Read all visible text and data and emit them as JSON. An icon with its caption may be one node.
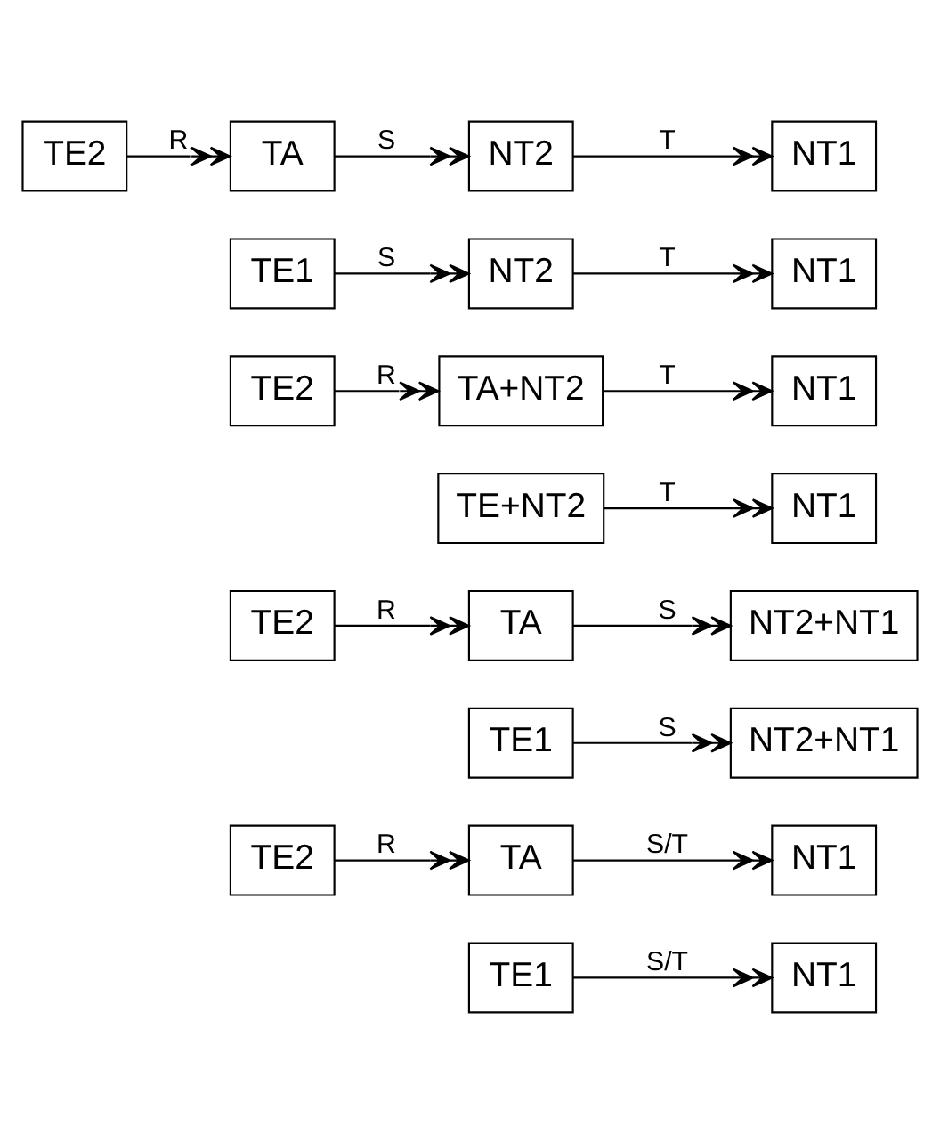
{
  "diagram": {
    "nodes": [
      {
        "text": [
          "TE1"
        ]
      },
      {
        "text": [
          "NT1"
        ]
      },
      {
        "text": [
          "TE2"
        ]
      },
      {
        "text": [
          "TA"
        ]
      },
      {
        "text": [
          "NT1"
        ]
      },
      {
        "text": [
          "TE1"
        ]
      },
      {
        "text": [
          "NT2+NT1"
        ]
      },
      {
        "text": [
          "TE2"
        ]
      },
      {
        "text": [
          "TA"
        ]
      },
      {
        "text": [
          "NT2+NT1"
        ]
      },
      {
        "text": [
          "TE+NT2"
        ]
      },
      {
        "text": [
          "NT1"
        ]
      },
      {
        "text": [
          "TE2"
        ]
      },
      {
        "text": [
          "TA+NT2"
        ]
      },
      {
        "text": [
          "NT1"
        ]
      },
      {
        "text": [
          "TE1"
        ]
      },
      {
        "text": [
          "NT2"
        ]
      },
      {
        "text": [
          "NT1"
        ]
      },
      {
        "text": [
          "TE2"
        ]
      },
      {
        "text": [
          "TA"
        ]
      },
      {
        "text": [
          "NT2"
        ]
      },
      {
        "text": [
          "NT1"
        ]
      }
    ],
    "edges": [
      {
        "from": 0,
        "to": 1,
        "arrow": "to",
        "label": "S/T"
      },
      {
        "from": 2,
        "to": 3,
        "arrow": "to",
        "label": "R"
      },
      {
        "from": 3,
        "to": 4,
        "arrow": "to",
        "label": "S/T"
      },
      {
        "from": 5,
        "to": 6,
        "arrow": "to",
        "label": "S"
      },
      {
        "from": 7,
        "to": 8,
        "arrow": "to",
        "label": "R"
      },
      {
        "from": 8,
        "to": 9,
        "arrow": "to",
        "label": "S"
      },
      {
        "from": 10,
        "to": 11,
        "arrow": "to",
        "label": "T"
      },
      {
        "from": 12,
        "to": 13,
        "arrow": "to",
        "label": "R"
      },
      {
        "from": 13,
        "to": 14,
        "arrow": "to",
        "label": "T"
      },
      {
        "from": 15,
        "to": 16,
        "arrow": "to",
        "label": "S"
      },
      {
        "from": 16,
        "to": 17,
        "arrow": "to",
        "label": "T"
      },
      {
        "from": 18,
        "to": 19,
        "arrow": "to",
        "label": "R"
      },
      {
        "from": 19,
        "to": 20,
        "arrow": "to",
        "label": "S"
      },
      {
        "from": 20,
        "to": 21,
        "arrow": "to",
        "label": "T"
      }
    ]
  }
}
